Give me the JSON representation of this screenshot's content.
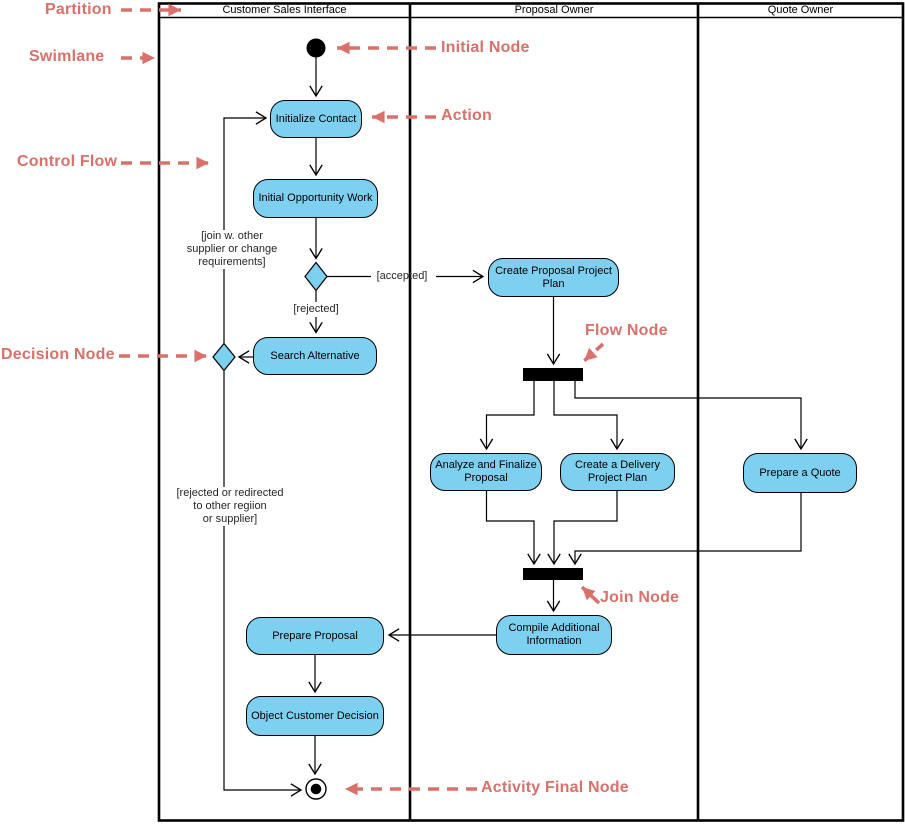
{
  "diagram": {
    "lanes": [
      "Customer Sales Interface",
      "Proposal Owner",
      "Quote Owner"
    ],
    "actions": {
      "initialize_contact": "Initialize Contact",
      "initial_opportunity_work": "Initial Opportunity Work",
      "search_alternative": "Search Alternative",
      "create_proposal_project_plan": "Create Proposal Project Plan",
      "analyze_and_finalize_proposal": "Analyze and Finalize Proposal",
      "create_a_delivery_project_plan": "Create a Delivery Project Plan",
      "prepare_a_quote": "Prepare a Quote",
      "compile_additional_information": "Compile Additional Information",
      "prepare_proposal": "Prepare Proposal",
      "object_customer_decision": "Object Customer Decision"
    },
    "edge_labels": {
      "accepted": "[accepted]",
      "rejected": "[rejected]",
      "join_w_other": [
        "[join w. other",
        "supplier or change",
        "requirements]"
      ],
      "rejected_or_redirected": [
        "[rejected or redirected",
        "to other regiion",
        "or supplier]"
      ]
    },
    "annotations": {
      "partition": "Partition",
      "swimlane": "Swimlane",
      "initial_node": "Initial Node",
      "action": "Action",
      "control_flow": "Control Flow",
      "decision_node": "Decision Node",
      "flow_node": "Flow Node",
      "join_node": "Join Node",
      "activity_final_node": "Activity Final Node"
    },
    "colors": {
      "node_fill": "#7ED0F0",
      "node_stroke": "#000000",
      "annotation": "#D9716A",
      "bar_fill": "#000000"
    }
  }
}
